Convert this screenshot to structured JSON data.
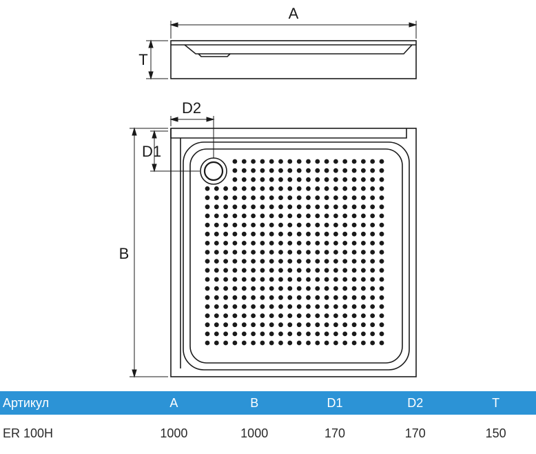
{
  "drawing": {
    "labels": {
      "a": "A",
      "t": "T",
      "d2": "D2",
      "d1": "D1",
      "b": "B"
    },
    "stroke_color": "#1a1a1a"
  },
  "spec_table": {
    "header_color": "#2c93d6",
    "headers": [
      "Артикул",
      "A",
      "B",
      "D1",
      "D2",
      "T"
    ],
    "rows": [
      [
        "ER 100H",
        "1000",
        "1000",
        "170",
        "170",
        "150"
      ]
    ]
  }
}
